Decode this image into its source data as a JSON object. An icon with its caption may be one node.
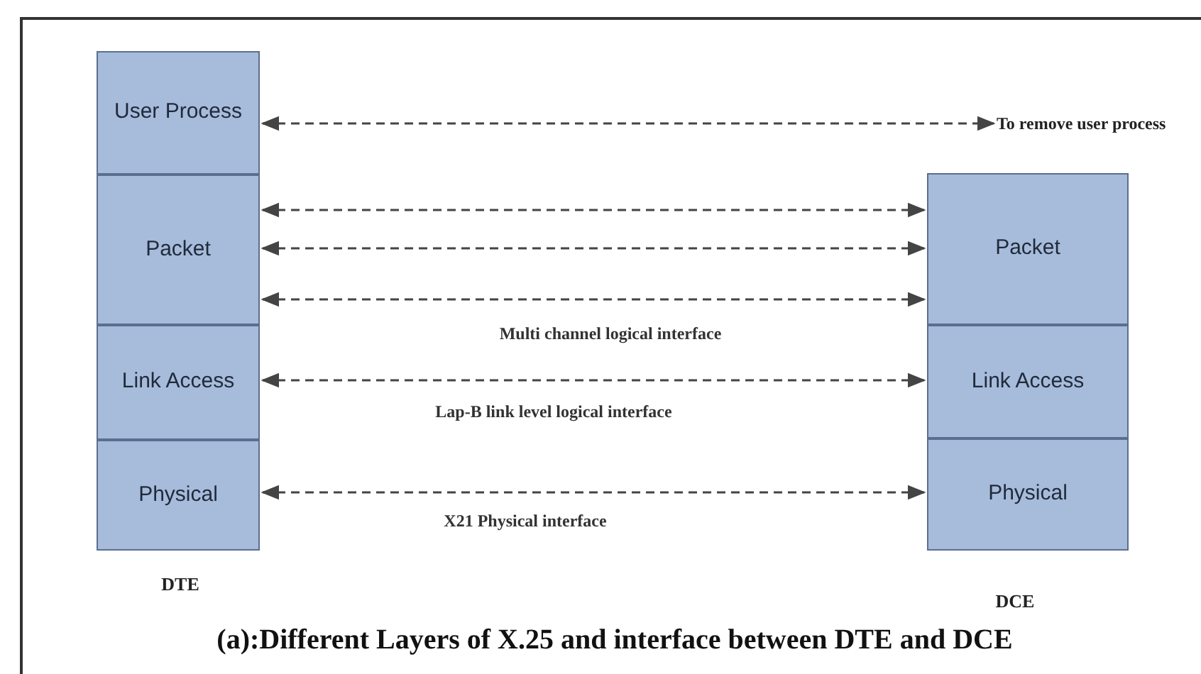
{
  "diagram": {
    "caption": "(a):Different Layers of X.25 and interface between DTE and DCE",
    "nodes": [
      {
        "text": [
          "User Process"
        ]
      },
      {
        "text": [
          "Packet"
        ]
      },
      {
        "text": [
          "Link Access"
        ]
      },
      {
        "text": [
          "Physical"
        ]
      },
      {
        "text": [
          "To remove user process"
        ]
      },
      {
        "text": [
          "Packet"
        ]
      },
      {
        "text": [
          "Link Access"
        ]
      },
      {
        "text": [
          "Physical"
        ]
      }
    ],
    "edges": [
      {
        "from": 0,
        "to": 4,
        "arrow": "both",
        "style": "dashed"
      },
      {
        "from": 1,
        "to": 5,
        "arrow": "both",
        "style": "dashed"
      },
      {
        "from": 1,
        "to": 5,
        "arrow": "both",
        "style": "dashed"
      },
      {
        "from": 1,
        "to": 5,
        "arrow": "both",
        "style": "dashed",
        "label": "Multi channel logical interface"
      },
      {
        "from": 2,
        "to": 6,
        "arrow": "both",
        "style": "dashed",
        "label": "Lap-B link level logical interface"
      },
      {
        "from": 3,
        "to": 7,
        "arrow": "both",
        "style": "dashed",
        "label": "X21 Physical interface"
      }
    ],
    "labels": [
      "DTE",
      "DCE"
    ]
  }
}
